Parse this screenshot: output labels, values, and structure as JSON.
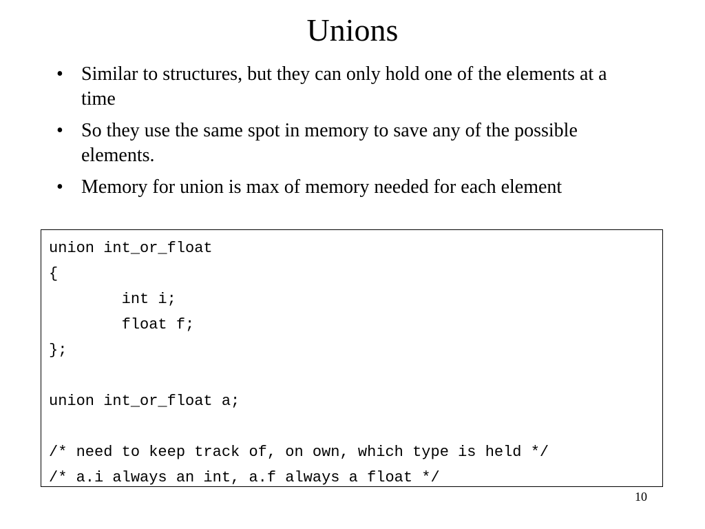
{
  "slide": {
    "title": "Unions",
    "bullets": [
      {
        "marker": "•",
        "text": "Similar to structures, but they can only hold one of the elements at a time"
      },
      {
        "marker": "•",
        "text": "So they use the same spot in memory to save any of the possible elements."
      },
      {
        "marker": "•",
        "text": "Memory for union is max of memory needed for each element"
      }
    ],
    "code_lines": [
      "union int_or_float",
      "{",
      "        int i;",
      "        float f;",
      "};",
      "",
      "union int_or_float a;",
      "",
      "/* need to keep track of, on own, which type is held */",
      "/* a.i always an int, a.f always a float */"
    ],
    "page_number": "10"
  }
}
